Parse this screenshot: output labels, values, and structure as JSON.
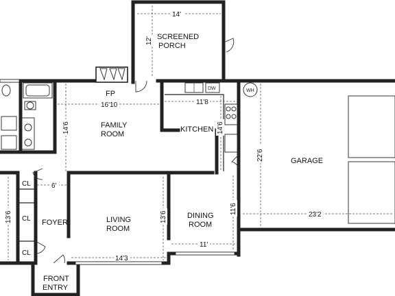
{
  "rooms": {
    "screened_porch": [
      "SCREENED",
      "PORCH"
    ],
    "family_room": [
      "FAMILY",
      "ROOM"
    ],
    "kitchen": "KITCHEN",
    "garage": "GARAGE",
    "foyer": "FOYER",
    "living_room": [
      "LIVING",
      "ROOM"
    ],
    "dining_room": [
      "DINING",
      "ROOM"
    ],
    "front_entry": [
      "FRONT",
      "ENTRY"
    ],
    "closets": [
      "CL",
      "CL",
      "CL"
    ]
  },
  "labels": {
    "fireplace": "FP",
    "water_heater": "WH",
    "dishwasher": "DW"
  },
  "dimensions": {
    "porch_width": "14'",
    "porch_depth": "12'",
    "family_width": "16'10",
    "family_depth": "14'6",
    "kitchen_width": "11'8",
    "kitchen_depth": "14'6",
    "garage_depth": "22'6",
    "garage_width": "23'2",
    "hall_width": "6'",
    "foyer_depth": "13'6",
    "living_depth": "13'6",
    "living_width": "14'3",
    "dining_depth": "11'6",
    "dining_width": "11'"
  }
}
